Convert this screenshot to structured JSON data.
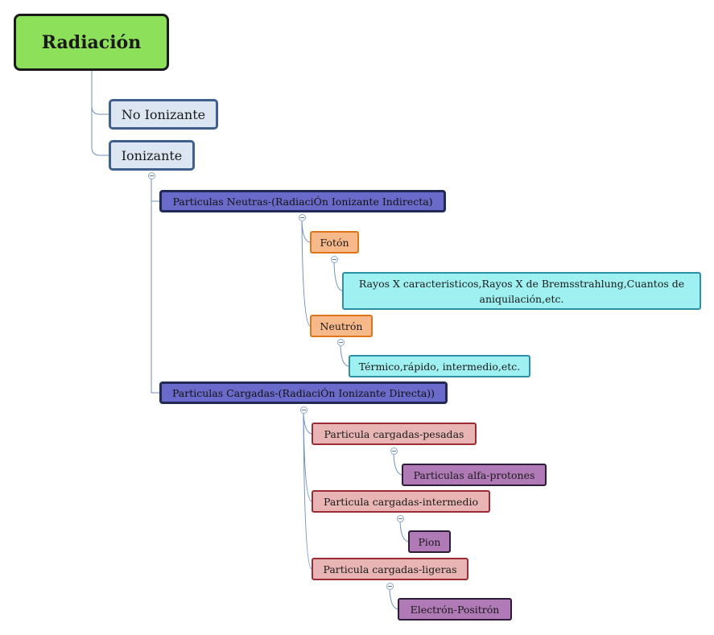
{
  "root": {
    "label": "Radiación"
  },
  "level1": {
    "no_ionizante": "No Ionizante",
    "ionizante": "Ionizante"
  },
  "neutras": {
    "label": "Particulas Neutras-(RadiaciÓn Ionizante Indirecta)",
    "foton": {
      "label": "Fotón",
      "detail": "Rayos X caracteristicos,Rayos X de Bremsstrahlung,Cuantos de aniquilación,etc."
    },
    "neutron": {
      "label": "Neutrón",
      "detail": "Térmico,rápido, intermedio,etc."
    }
  },
  "cargadas": {
    "label": "Particulas Cargadas-(RadiaciÓn Ionizante Directa))",
    "pesadas": {
      "label": "Particula cargadas-pesadas",
      "detail": "Particulas alfa-protones"
    },
    "intermedio": {
      "label": "Particula cargadas-intermedio",
      "detail": "Pion"
    },
    "ligeras": {
      "label": "Particula cargadas-ligeras",
      "detail": "Electrón-Positrón"
    }
  },
  "colors": {
    "root": "#8ce05a",
    "level1": "#dce6f2",
    "level2": "#6a6acb",
    "neutral_child": "#f8b98a",
    "neutral_detail": "#9ff0f0",
    "charged_child": "#e8b4b4",
    "charged_detail": "#b07ab6",
    "connector": "#6f8fbf"
  },
  "icons": {
    "collapse": "collapse-minus-icon"
  }
}
